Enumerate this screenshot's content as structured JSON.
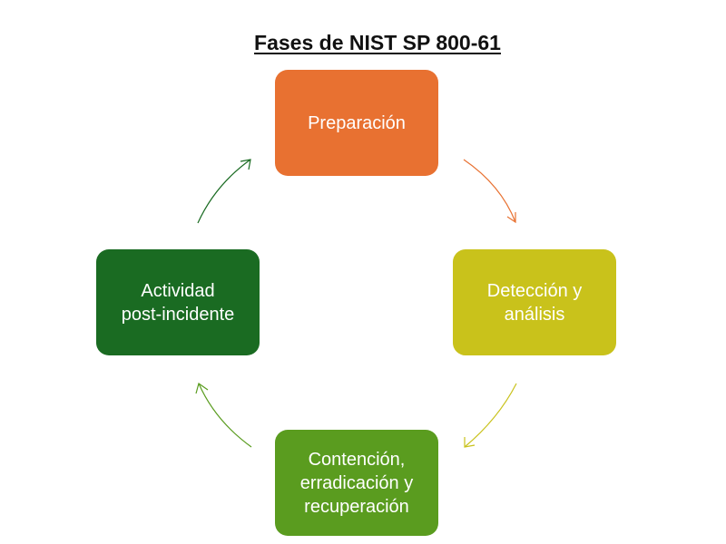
{
  "title": "Fases de NIST SP 800-61",
  "phases": [
    {
      "lines": [
        "Preparación"
      ],
      "color": "#e87131"
    },
    {
      "lines": [
        "Detección y",
        "análisis"
      ],
      "color": "#c9c21b"
    },
    {
      "lines": [
        "Contención,",
        "erradicación y",
        "recuperación"
      ],
      "color": "#5a9c1f"
    },
    {
      "lines": [
        "Actividad",
        "post-incidente"
      ],
      "color": "#1a6b22"
    }
  ]
}
